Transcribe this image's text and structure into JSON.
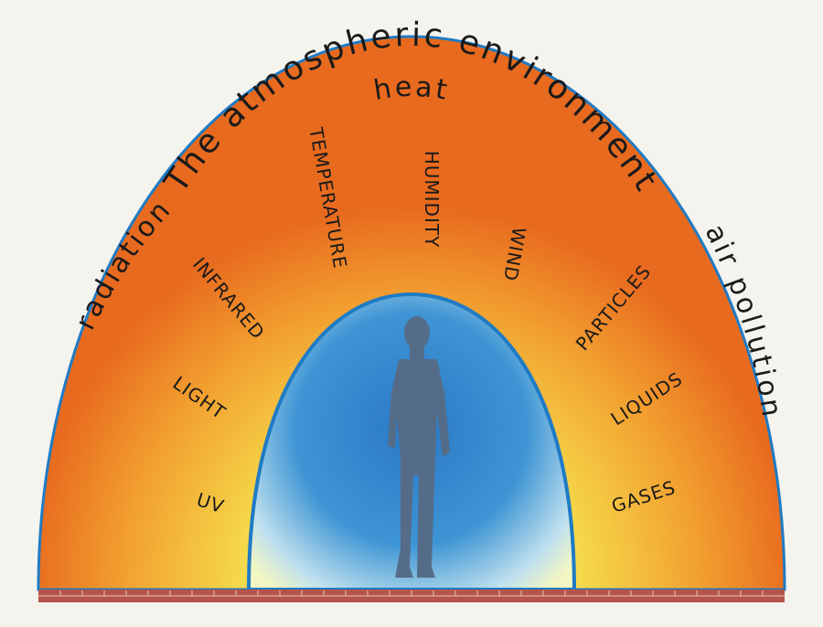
{
  "title": "The atmospheric environment",
  "colors": {
    "outer_edge": "#e86a1e",
    "inner_glow": "#f5d84a",
    "dome_stroke": "#1f7bc4",
    "inner_center": "#2a78c6",
    "inner_edge": "#bfe0ee",
    "silhouette": "#556c88",
    "ground": "#b5544a",
    "text": "#1a1a1a"
  },
  "categories": {
    "top": "heat",
    "left": "radiation",
    "right": "air pollution"
  },
  "heat_items": [
    "TEMPERATURE",
    "HUMIDITY",
    "WIND"
  ],
  "radiation_items": [
    "INFRARED",
    "LIGHT",
    "UV"
  ],
  "pollution_items": [
    "PARTICLES",
    "LIQUIDS",
    "GASES"
  ],
  "icons": {
    "figure": "person-silhouette-icon"
  }
}
